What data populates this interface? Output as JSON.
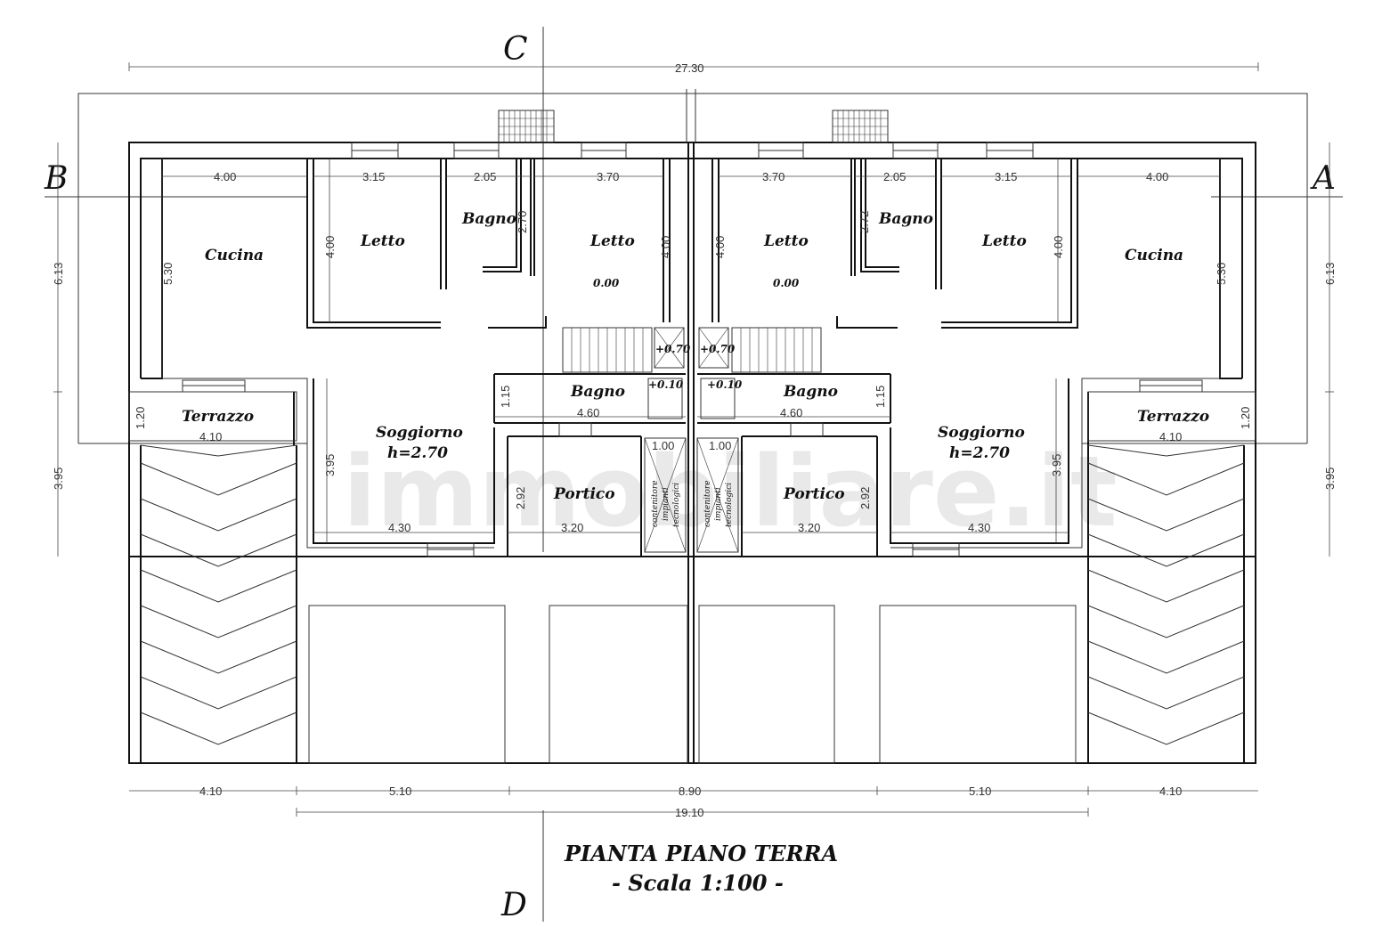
{
  "title": "PIANTA PIANO TERRA",
  "scale": "- Scala 1:100 -",
  "watermark": "immobiliare.it",
  "sections": {
    "a": "A",
    "b": "B",
    "c": "C",
    "d": "D"
  },
  "rooms": {
    "cucina_left": "Cucina",
    "letto_left_1": "Letto",
    "bagno_left_top": "Bagno",
    "letto_left_2": "Letto",
    "letto_right_2": "Letto",
    "bagno_right_top": "Bagno",
    "letto_right_1": "Letto",
    "cucina_right": "Cucina",
    "terrazzo_left": "Terrazzo",
    "terrazzo_right": "Terrazzo",
    "soggiorno_left": "Soggiorno",
    "soggiorno_left_h": "h=2.70",
    "soggiorno_right": "Soggiorno",
    "soggiorno_right_h": "h=2.70",
    "bagno_left_mid": "Bagno",
    "bagno_right_mid": "Bagno",
    "portico_left": "Portico",
    "portico_right": "Portico",
    "cont_l1": "contenitore",
    "cont_l2": "impianti",
    "cont_l3": "tecnologici",
    "cont_r1": "contenitore",
    "cont_r2": "impianti",
    "cont_r3": "tecnologici"
  },
  "levels": {
    "l_000_left": "0.00",
    "l_000_right": "0.00",
    "l_070_left": "+0.70",
    "l_070_right": "+0.70",
    "l_010_left": "+0.10",
    "l_010_right": "+0.10"
  },
  "dims": {
    "overall": "27.30",
    "top_400_l": "4.00",
    "top_315_l": "3.15",
    "top_205_l": "2.05",
    "top_370_l": "3.70",
    "top_370_r": "3.70",
    "top_205_r": "2.05",
    "top_315_r": "3.15",
    "top_400_r": "4.00",
    "v_613_l": "6.13",
    "v_613_r": "6.13",
    "v_395_l": "3.95",
    "v_395_r": "3.95",
    "v_530_l": "5.30",
    "v_530_r": "5.30",
    "v_400_l1": "4.00",
    "v_400_l2": "4.00",
    "v_400_r2": "4.00",
    "v_400_r1": "4.00",
    "v_270_l": "2.70",
    "v_272_r": "2.72",
    "v_115_l": "1.15",
    "v_115_r": "1.15",
    "v_120_l": "1.20",
    "v_120_r": "1.20",
    "v_395_in_l": "3.95",
    "v_395_in_r": "3.95",
    "v_292_l": "2.92",
    "v_292_r": "2.92",
    "h_460_l": "4.60",
    "h_460_r": "4.60",
    "h_410_l": "4.10",
    "h_410_r": "4.10",
    "h_100_l": "1.00",
    "h_100_r": "1.00",
    "h_430_l": "4.30",
    "h_430_r": "4.30",
    "h_320_l": "3.20",
    "h_320_r": "3.20",
    "bot_410_l": "4.10",
    "bot_510_l": "5.10",
    "bot_890": "8.90",
    "bot_510_r": "5.10",
    "bot_410_r": "4.10",
    "bot_1910": "19.10"
  }
}
